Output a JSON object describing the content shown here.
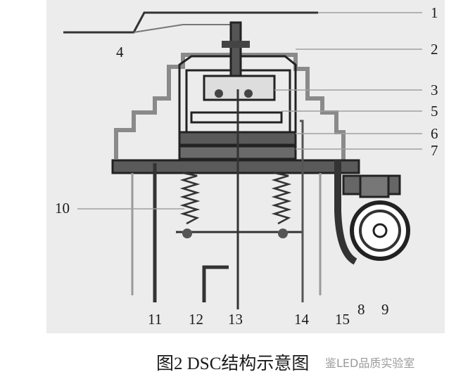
{
  "figure": {
    "caption": "图2 DSC结构示意图",
    "watermark": "鉴LED品质实验室"
  },
  "labels": {
    "l1": "1",
    "l2": "2",
    "l3": "3",
    "l4": "4",
    "l5": "5",
    "l6": "6",
    "l7": "7",
    "l8": "8",
    "l9": "9",
    "l10": "10",
    "l11": "11",
    "l12": "12",
    "l13": "13",
    "l14": "14",
    "l15": "15"
  },
  "colors": {
    "panel": "#ececec",
    "line": "#333333",
    "light_line": "#9a9a9a",
    "fill_dark": "#5a5a5a"
  }
}
